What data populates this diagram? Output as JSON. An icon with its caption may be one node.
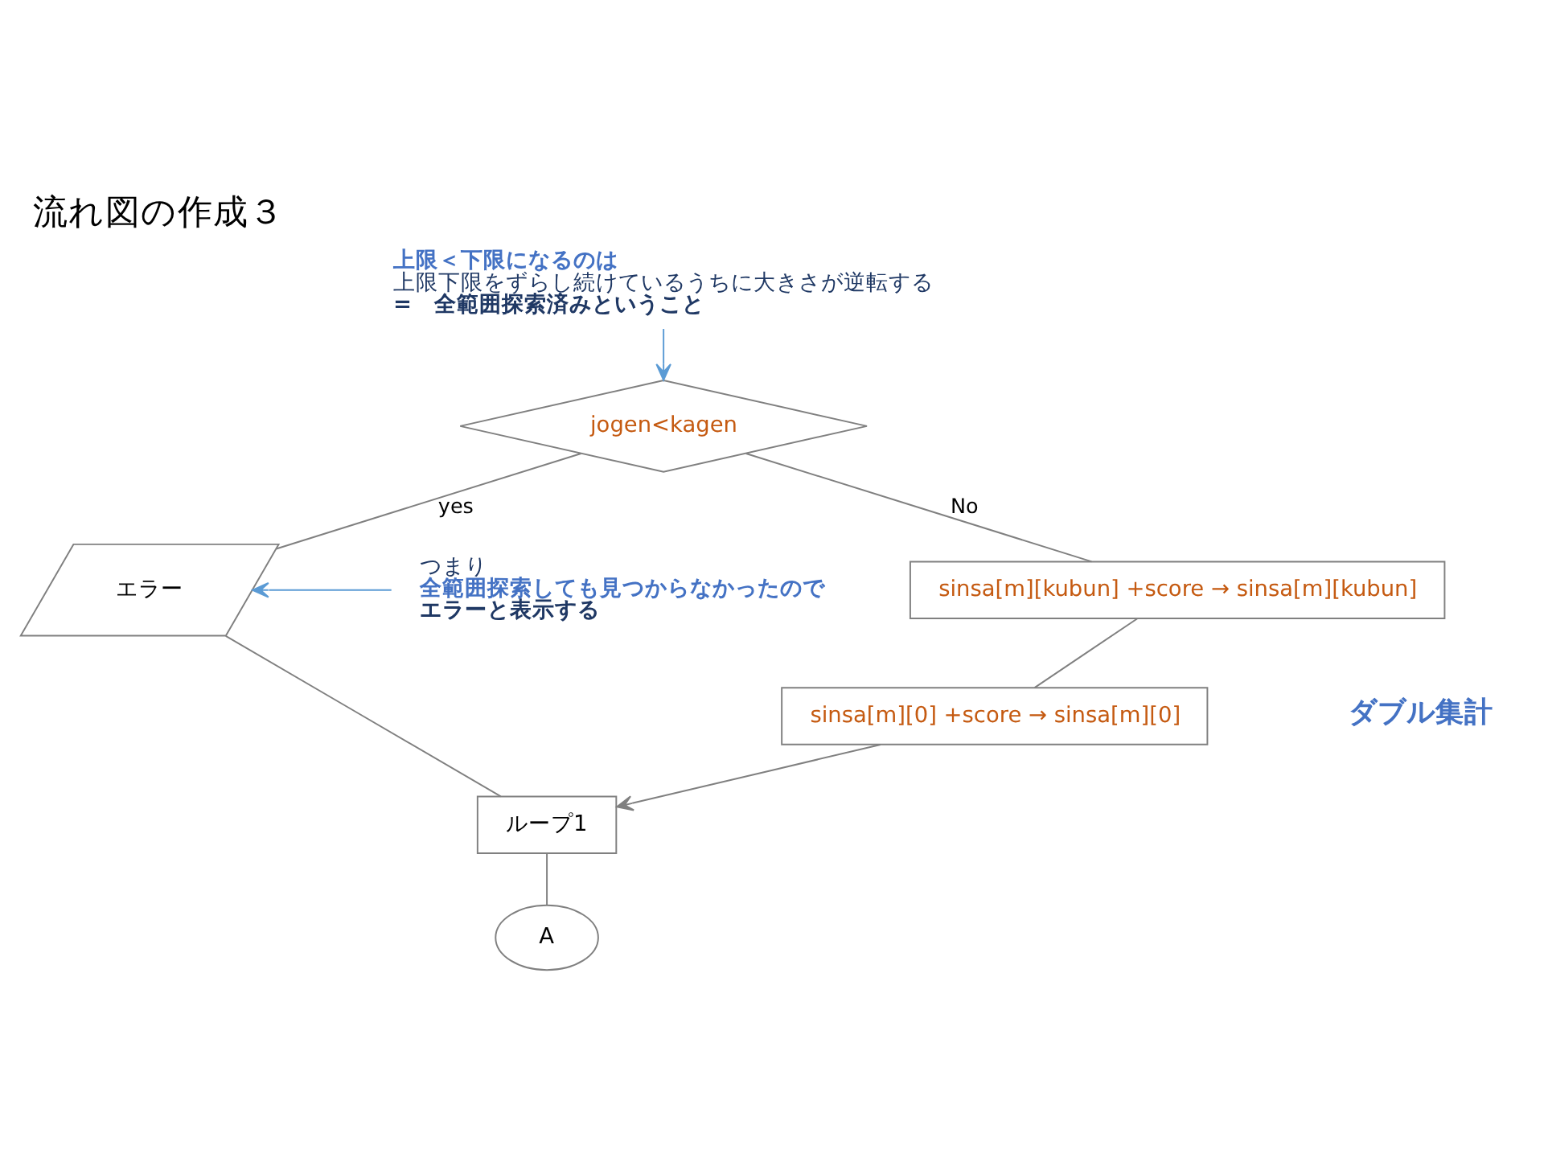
{
  "diagram": {
    "title": "流れ図の作成３",
    "nodes": [
      {
        "text": [
          "上限＜下限になるのは",
          "上限下限をずらし続けているうちに大きさが逆転する",
          "=　全範囲探索済みということ"
        ]
      },
      {
        "text": [
          "jogen<kagen"
        ]
      },
      {
        "text": [
          "つまり",
          "全範囲探索しても見つからなかったので",
          "エラーと表示する"
        ]
      },
      {
        "text": [
          "エラー"
        ]
      },
      {
        "text": [
          "sinsa[m][kubun] +score → sinsa[m][kubun]"
        ]
      },
      {
        "text": [
          "sinsa[m][0] +score → sinsa[m][0]"
        ]
      },
      {
        "text": [
          "ループ1"
        ]
      },
      {
        "text": [
          "A"
        ]
      }
    ],
    "edges": [
      {
        "from": 0,
        "to": 1,
        "arrow": "to",
        "color": "#5b9bd5"
      },
      {
        "from": 1,
        "to": 3,
        "arrow": "none",
        "label": "yes"
      },
      {
        "from": 1,
        "to": 4,
        "arrow": "none",
        "label": "No"
      },
      {
        "from": 2,
        "to": 3,
        "arrow": "to",
        "color": "#5b9bd5"
      },
      {
        "from": 4,
        "to": 5,
        "arrow": "none"
      },
      {
        "from": 3,
        "to": 6,
        "arrow": "none"
      },
      {
        "from": 5,
        "to": 6,
        "arrow": "to"
      },
      {
        "from": 6,
        "to": 7,
        "arrow": "none"
      }
    ],
    "labels": [
      "ダブル集計"
    ]
  }
}
